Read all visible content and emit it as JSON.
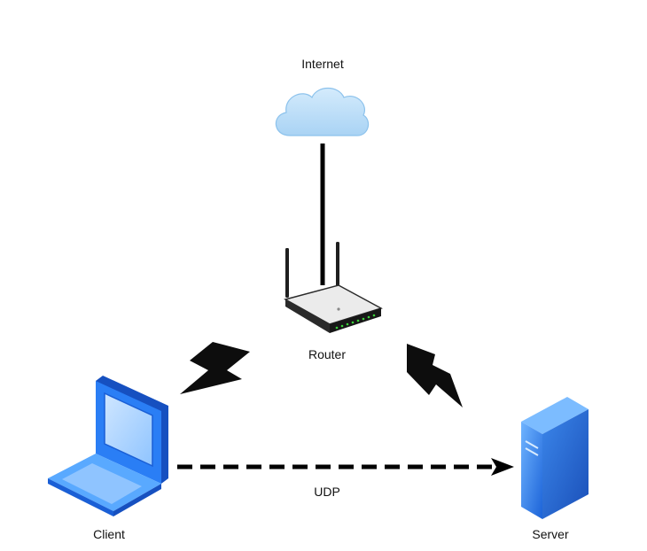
{
  "nodes": {
    "internet": {
      "label": "Internet",
      "icon": "cloud-icon"
    },
    "router": {
      "label": "Router",
      "icon": "wifi-router-icon"
    },
    "client": {
      "label": "Client",
      "icon": "laptop-icon"
    },
    "server": {
      "label": "Server",
      "icon": "server-tower-icon"
    }
  },
  "connections": [
    {
      "from": "internet",
      "to": "router",
      "style": "solid-line"
    },
    {
      "from": "router",
      "to": "client",
      "style": "wireless-lightning"
    },
    {
      "from": "router",
      "to": "server",
      "style": "wireless-lightning"
    },
    {
      "from": "client",
      "to": "server",
      "style": "dashed-arrow",
      "label": "UDP"
    }
  ],
  "colors": {
    "cloud": "#b9dcf6",
    "device_blue": "#1e7cf0",
    "device_light": "#58a8ff",
    "line": "#000000"
  }
}
